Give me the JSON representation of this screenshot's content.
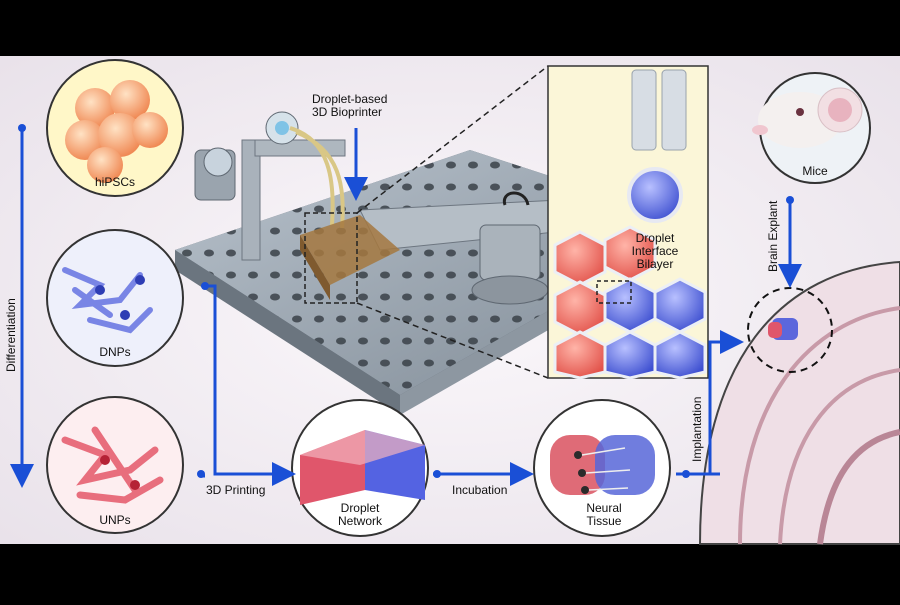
{
  "diagram": {
    "stages": [
      {
        "id": "hipscs",
        "label": "hiPSCs"
      },
      {
        "id": "dnps",
        "label": "DNPs"
      },
      {
        "id": "unps",
        "label": "UNPs"
      },
      {
        "id": "droplet_network",
        "label": "Droplet\nNetwork"
      },
      {
        "id": "neural_tissue",
        "label": "Neural\nTissue"
      },
      {
        "id": "mice",
        "label": "Mice"
      }
    ],
    "bioprinter_label": "Droplet-based\n3D Bioprinter",
    "interface_label": "Droplet\nInterface\nBilayer",
    "steps": {
      "differentiation": "Differentiation",
      "printing": "3D Printing",
      "incubation": "Incubation",
      "implantation": "Implantation",
      "explant": "Brain Explant"
    },
    "colors": {
      "arrow": "#1a4fd6",
      "red_cells": "#e04a5a",
      "blue_cells": "#4a5ee0",
      "background": "#f3eef3"
    }
  }
}
